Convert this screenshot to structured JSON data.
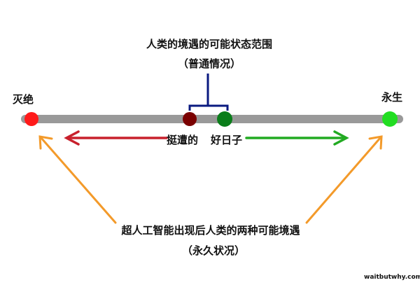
{
  "title": "人类的境遇的可能状态范围",
  "title_sub": "（普通情况）",
  "left_end": "灭绝",
  "right_end": "永生",
  "bad_label": "挺遭的",
  "good_label": "好日子",
  "bottom_title": "超人工智能出现后人类的两种可能境遇",
  "bottom_sub": "（永久状况）",
  "watermark": "waitbutwhy.com",
  "colors": {
    "bar": "#999999",
    "extinction": "#ff1a1a",
    "bad": "#7a0000",
    "good": "#0a7d1a",
    "immortality": "#22dd22",
    "bracket": "#0a1a80",
    "red_arrow": "#c8202c",
    "green_arrow": "#22aa22",
    "orange_arrow": "#f39a2a"
  }
}
